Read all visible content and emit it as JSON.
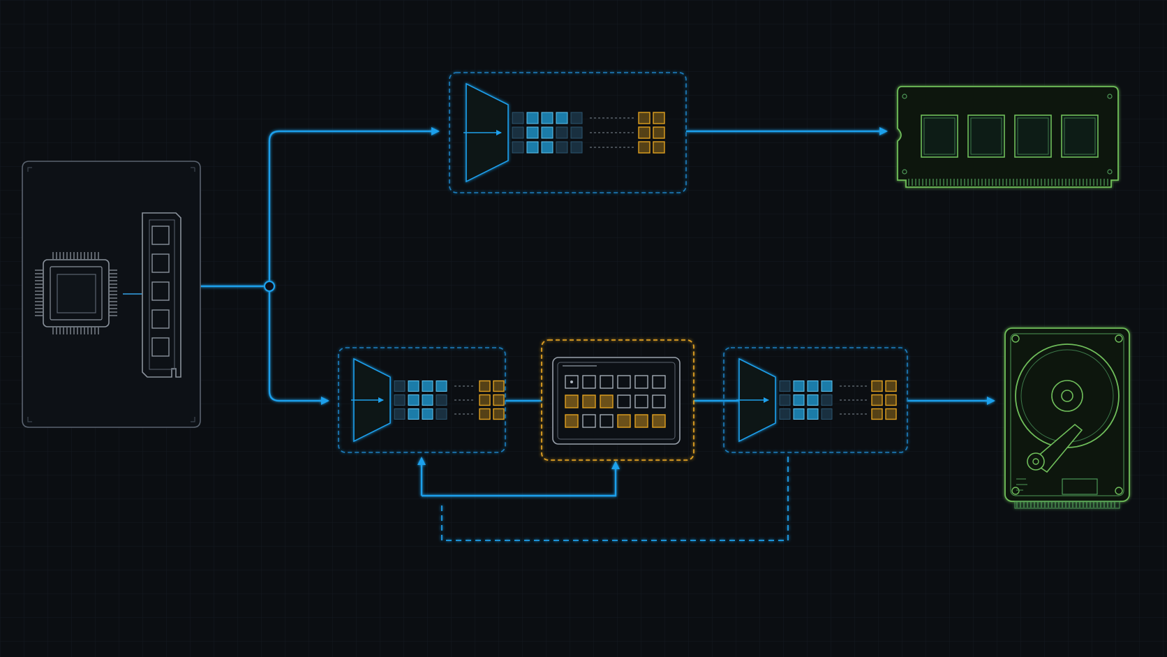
{
  "colors": {
    "background": "#0b0e12",
    "grid": "#151b22",
    "outline": "#5b6470",
    "wire": "#1ea0ec",
    "wire_dim": "#1a7fc0",
    "cyan_cell": "#1e8fc4",
    "cyan_cell_dim": "#155a7c",
    "dark_cell": "#1b3446",
    "orange": "#e0a020",
    "orange_dim": "#8a6318",
    "green": "#6fbf5a",
    "green_dim": "#4f9a57"
  },
  "nodes": [
    {
      "id": "source-host",
      "kind": "host-board",
      "components": [
        "cpu-chip-icon",
        "memory-module-icon"
      ]
    },
    {
      "id": "top-encoder",
      "kind": "quantizer-block"
    },
    {
      "id": "dram-module",
      "kind": "ram-stick",
      "chips": 4
    },
    {
      "id": "bottom-encoder",
      "kind": "quantizer-block"
    },
    {
      "id": "cache-block",
      "kind": "buffer-grid",
      "rows": [
        "light",
        "orange",
        "mixed"
      ]
    },
    {
      "id": "second-encoder",
      "kind": "quantizer-block"
    },
    {
      "id": "disk-drive",
      "kind": "hard-drive"
    }
  ],
  "edges": [
    {
      "from": "source-host",
      "to": "top-encoder",
      "style": "solid"
    },
    {
      "from": "top-encoder",
      "to": "dram-module",
      "style": "solid"
    },
    {
      "from": "source-host",
      "to": "bottom-encoder",
      "style": "solid"
    },
    {
      "from": "bottom-encoder",
      "to": "cache-block",
      "style": "solid"
    },
    {
      "from": "cache-block",
      "to": "second-encoder",
      "style": "solid"
    },
    {
      "from": "second-encoder",
      "to": "disk-drive",
      "style": "solid"
    },
    {
      "from": "bottom-encoder",
      "to": "cache-block",
      "style": "feedback"
    },
    {
      "from": "second-encoder",
      "to": "bottom-encoder",
      "style": "dashed-feedback"
    }
  ]
}
